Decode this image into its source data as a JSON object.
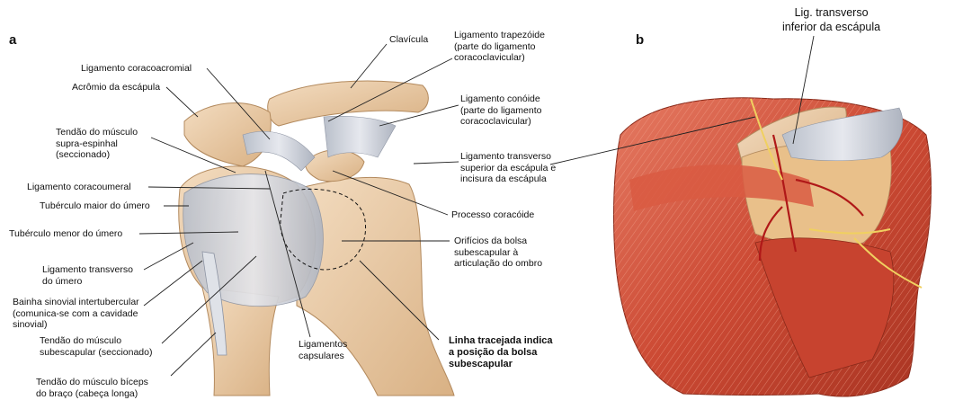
{
  "panel_a": {
    "letter": "a",
    "labels": [
      [
        "Clavícula"
      ],
      [
        "Ligamento trapezóide",
        "(parte do ligamento",
        "coracoclavicular)"
      ],
      [
        "Ligamento coracoacromial"
      ],
      [
        "Acrômio da escápula"
      ],
      [
        "Ligamento conóide",
        "(parte do ligamento",
        "coracoclavicular)"
      ],
      [
        "Tendão do músculo",
        "supra-espinhal",
        "(seccionado)"
      ],
      [
        "Ligamento transverso",
        "superior da escápula e",
        "incisura da escápula"
      ],
      [
        "Ligamento coracoumeral"
      ],
      [
        "Tubérculo maior do úmero"
      ],
      [
        "Processo coracóide"
      ],
      [
        "Tubérculo menor do úmero"
      ],
      [
        "Orifícios da bolsa",
        "subescapular à",
        "articulação do ombro"
      ],
      [
        "Ligamento transverso",
        "do úmero"
      ],
      [
        "Bainha sinovial intertubercular",
        "(comunica-se com a cavidade",
        "sinovial)"
      ],
      [
        "Tendão do músculo",
        "subescapular (seccionado)"
      ],
      [
        "Ligamentos",
        "capsulares"
      ],
      [
        "Linha tracejada indica",
        "a posição da bolsa",
        "subescapular"
      ],
      [
        "Tendão do músculo bíceps",
        "do braço (cabeça longa)"
      ]
    ]
  },
  "panel_b": {
    "letter": "b",
    "labels": [
      [
        "Lig. transverso",
        "inferior da escápula"
      ]
    ]
  },
  "colors": {
    "bone": "#e8c9a3",
    "ligament": "#c9cdd6",
    "muscle": "#c8402e",
    "muscle_light": "#e0705a",
    "nerve": "#f0d060",
    "vessel": "#b02020",
    "leader": "#222222"
  }
}
